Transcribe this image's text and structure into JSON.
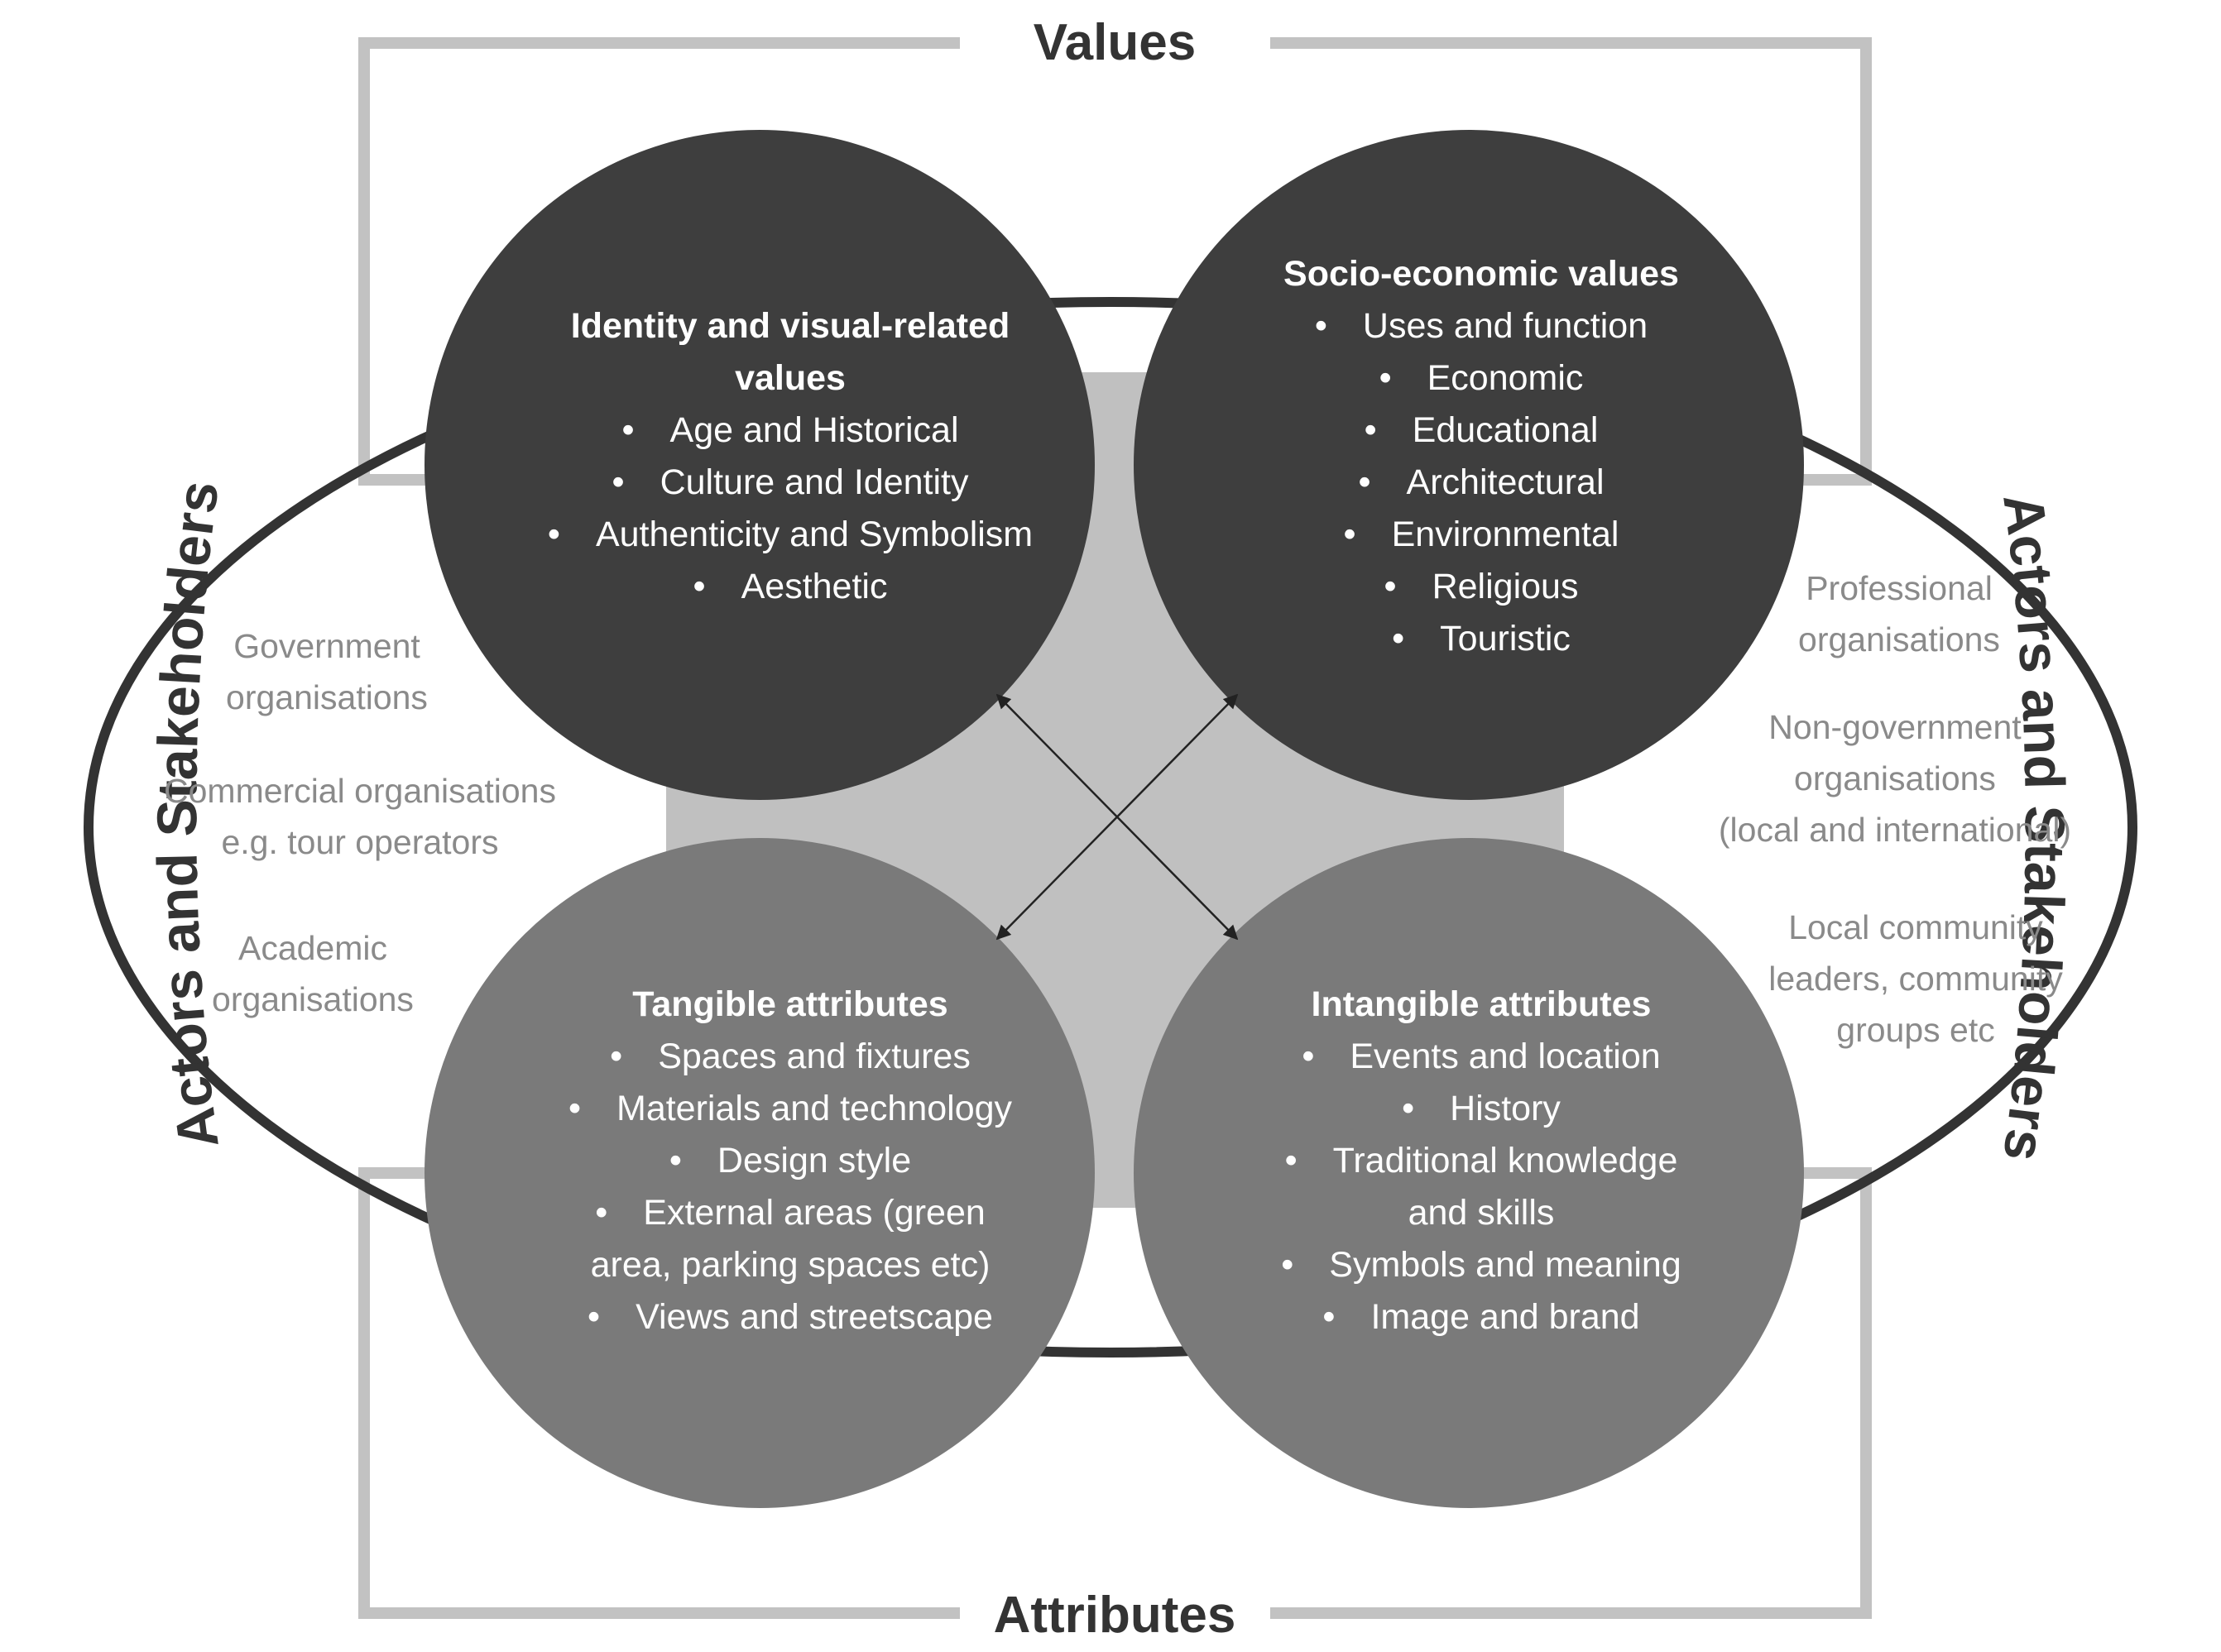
{
  "frame": {
    "top_title": "Values",
    "bottom_title": "Attributes"
  },
  "side_labels": {
    "left": "Actors and Stakeholders",
    "right": "Actors and Stakeholders"
  },
  "circles": {
    "identity": {
      "title_lines": [
        "Identity and visual-related",
        "values"
      ],
      "items": [
        "Age and Historical",
        "Culture and Identity",
        "Authenticity and Symbolism",
        "Aesthetic"
      ]
    },
    "socio": {
      "title_lines": [
        "Socio-economic values"
      ],
      "items": [
        "Uses and function",
        "Economic",
        "Educational",
        "Architectural",
        "Environmental",
        "Religious",
        "Touristic"
      ]
    },
    "tangible": {
      "title_lines": [
        "Tangible attributes"
      ],
      "items": [
        "Spaces and fixtures",
        "Materials and technology",
        "Design style",
        "External areas (green",
        "area, parking spaces etc)",
        "Views and streetscape"
      ]
    },
    "intangible": {
      "title_lines": [
        "Intangible attributes"
      ],
      "items": [
        "Events and location",
        "History",
        "Traditional knowledge",
        "and skills",
        "Symbols and meaning",
        "Image and brand"
      ]
    }
  },
  "bullet": "•",
  "stakeholders_left": [
    [
      "Government",
      "organisations"
    ],
    [
      "Commercial organisations",
      "e.g. tour operators"
    ],
    [
      "Academic",
      "organisations"
    ]
  ],
  "stakeholders_right": [
    [
      "Professional",
      "organisations"
    ],
    [
      "Non-government",
      "organisations",
      "(local and international)"
    ],
    [
      "Local community",
      "leaders, community",
      "groups etc"
    ]
  ],
  "colors": {
    "frame": "#c2c2c2",
    "ellipse": "#333333",
    "center_block": "#c0c0c0",
    "values_circle": "#3e3e3e",
    "attributes_circle": "#7a7a7a",
    "arrows": "#222222",
    "stakeholder_text": "#8a8a8a"
  }
}
